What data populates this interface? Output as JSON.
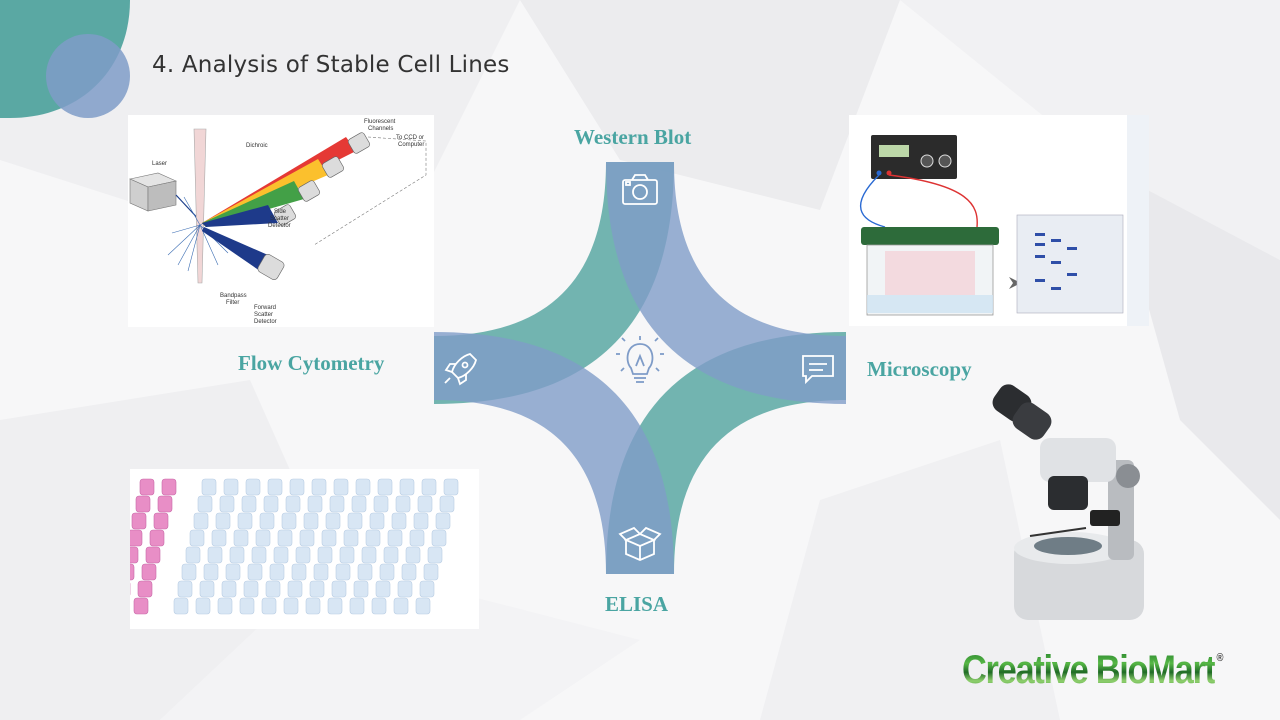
{
  "slide": {
    "title": "4. Analysis of Stable Cell Lines"
  },
  "diagram": {
    "center_icon": "lightbulb-icon",
    "segments": [
      {
        "label": "Western Blot",
        "icon": "camera-icon"
      },
      {
        "label": "Flow Cytometry",
        "icon": "rocket-icon"
      },
      {
        "label": "Microscopy",
        "icon": "chat-bubble-icon"
      },
      {
        "label": "ELISA",
        "icon": "box-icon"
      }
    ],
    "colors": {
      "teal": "#5aa8a3",
      "blue": "#7f9cc8"
    }
  },
  "flow_cytometry_figure": {
    "labels": {
      "laser": "Laser",
      "dichroic": "Dichroic",
      "fluorescent_channels": [
        "Fluorescent",
        "Channels"
      ],
      "to_ccd": [
        "To CCD or",
        "Computer"
      ],
      "side_scatter": [
        "Side",
        "Scatter",
        "Detector"
      ],
      "bandpass": [
        "Bandpass",
        "Filter"
      ],
      "forward_scatter": [
        "Forward",
        "Scatter",
        "Detector"
      ]
    }
  },
  "logo": {
    "word1": "Creative",
    "word2": "BioMart",
    "mark": "®"
  }
}
